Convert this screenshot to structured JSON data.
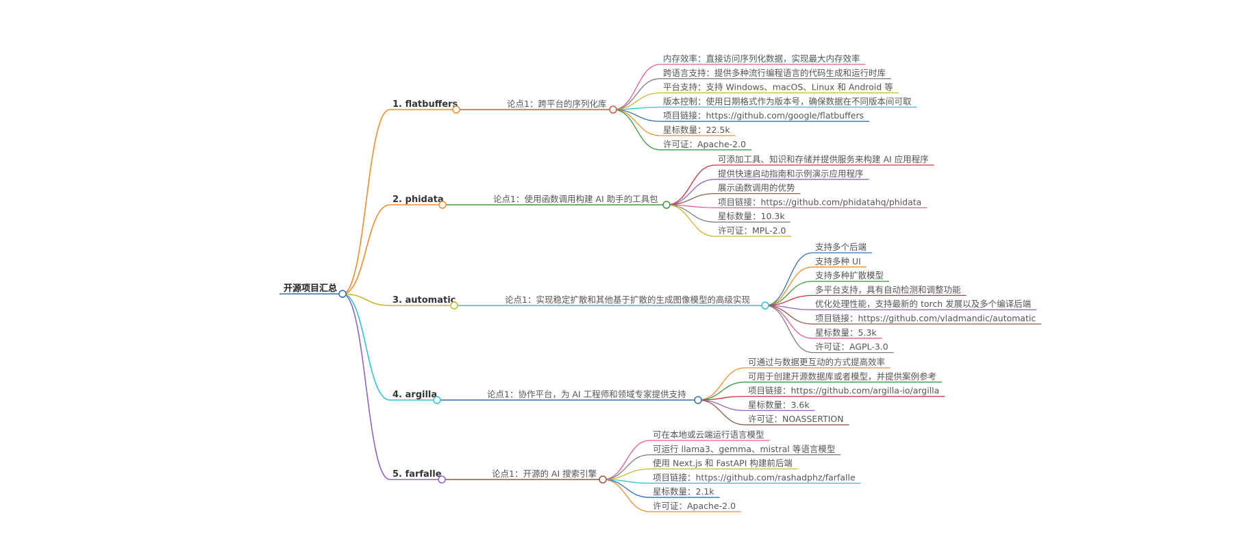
{
  "root": {
    "title": "开源项目汇总"
  },
  "projects": [
    {
      "name": "1. flatbuffers",
      "color": "#F28B2C",
      "point": "论点1：跨平台的序列化库",
      "point_color": "#D0573E",
      "details": [
        {
          "text": "内存效率：直接访问序列化数据，实现最大内存效率",
          "color": "#E45C8A"
        },
        {
          "text": "跨语言支持：提供多种流行编程语言的代码生成和运行时库",
          "color": "#7F7F7F"
        },
        {
          "text": "平台支持：支持 Windows、macOS、Linux 和 Android 等",
          "color": "#C9B92C"
        },
        {
          "text": "版本控制：使用日期格式作为版本号，确保数据在不同版本间可取",
          "color": "#2DC3D3"
        },
        {
          "text": "项目链接：https://github.com/google/flatbuffers",
          "color": "#2E6FB7"
        },
        {
          "text": "星标数量：22.5k",
          "color": "#F28B2C"
        },
        {
          "text": "许可证：Apache-2.0",
          "color": "#3A9A3A"
        }
      ]
    },
    {
      "name": "2. phidata",
      "color": "#F28B2C",
      "point": "论点1：使用函数调用构建 AI 助手的工具包",
      "point_color": "#3A9A3A",
      "details": [
        {
          "text": "可添加工具、知识和存储并提供服务来构建 AI 应用程序",
          "color": "#D32F3A"
        },
        {
          "text": "提供快速启动指南和示例演示应用程序",
          "color": "#8E62C9"
        },
        {
          "text": "展示函数调用的优势",
          "color": "#8A5A44"
        },
        {
          "text": "项目链接：https://github.com/phidatahq/phidata",
          "color": "#E45C8A"
        },
        {
          "text": "星标数量：10.3k",
          "color": "#7F7F7F"
        },
        {
          "text": "许可证：MPL-2.0",
          "color": "#C9B92C"
        }
      ]
    },
    {
      "name": "3. automatic",
      "color": "#C9B92C",
      "point": "论点1：实现稳定扩散和其他基于扩散的生成图像模型的高级实现",
      "point_color": "#2DC3D3",
      "details": [
        {
          "text": "支持多个后端",
          "color": "#2E6FB7"
        },
        {
          "text": "支持多种 UI",
          "color": "#F28B2C"
        },
        {
          "text": "支持多种扩散模型",
          "color": "#3A9A3A"
        },
        {
          "text": "多平台支持，具有自动检测和调整功能",
          "color": "#D32F3A"
        },
        {
          "text": "优化处理性能，支持最新的 torch 发展以及多个编译后端",
          "color": "#8E62C9"
        },
        {
          "text": "项目链接：https://github.com/vladmandic/automatic",
          "color": "#8A5A44"
        },
        {
          "text": "星标数量：5.3k",
          "color": "#E45C8A"
        },
        {
          "text": "许可证：AGPL-3.0",
          "color": "#7F7F7F"
        }
      ]
    },
    {
      "name": "4. argilla",
      "color": "#2DC3D3",
      "point": "论点1：协作平台，为 AI 工程师和领域专家提供支持",
      "point_color": "#2E6FB7",
      "details": [
        {
          "text": "可通过与数据更互动的方式提高效率",
          "color": "#F28B2C"
        },
        {
          "text": "可用于创建开源数据库或者模型，并提供案例参考",
          "color": "#3A9A3A"
        },
        {
          "text": "项目链接：https://github.com/argilla-io/argilla",
          "color": "#D32F3A"
        },
        {
          "text": "星标数量：3.6k",
          "color": "#8E62C9"
        },
        {
          "text": "许可证：NOASSERTION",
          "color": "#8A5A44"
        }
      ]
    },
    {
      "name": "5. farfalle",
      "color": "#8E62C9",
      "point": "论点1：开源的 AI 搜索引擎",
      "point_color": "#8A5A44",
      "details": [
        {
          "text": "可在本地或云端运行语言模型",
          "color": "#E45C8A"
        },
        {
          "text": "可运行 llama3、gemma、mistral 等语言模型",
          "color": "#7F7F7F"
        },
        {
          "text": "使用 Next.js 和 FastAPI 构建前后端",
          "color": "#C9B92C"
        },
        {
          "text": "项目链接：https://github.com/rashadphz/farfalle",
          "color": "#2DC3D3"
        },
        {
          "text": "星标数量：2.1k",
          "color": "#2E6FB7"
        },
        {
          "text": "许可证：Apache-2.0",
          "color": "#F28B2C"
        }
      ]
    }
  ]
}
